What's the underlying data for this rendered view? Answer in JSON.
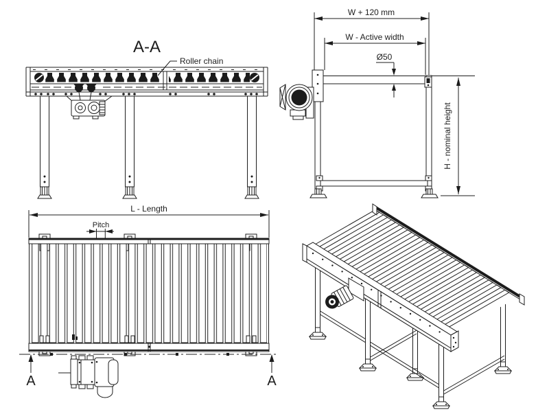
{
  "sheet": {
    "background": "#ffffff",
    "line_color": "#1c1c1c",
    "description": "Roller conveyor technical drawing with four views"
  },
  "side_view": {
    "title": "A-A",
    "roller_chain_label": "Roller chain"
  },
  "end_view": {
    "overall_width_label": "W + 120 mm",
    "active_width_label": "W - Active width",
    "roller_diameter_label": "Ø50",
    "height_label": "H - nominal height"
  },
  "plan_view": {
    "length_label": "L - Length",
    "pitch_label": "Pitch",
    "section_marker": "A"
  }
}
